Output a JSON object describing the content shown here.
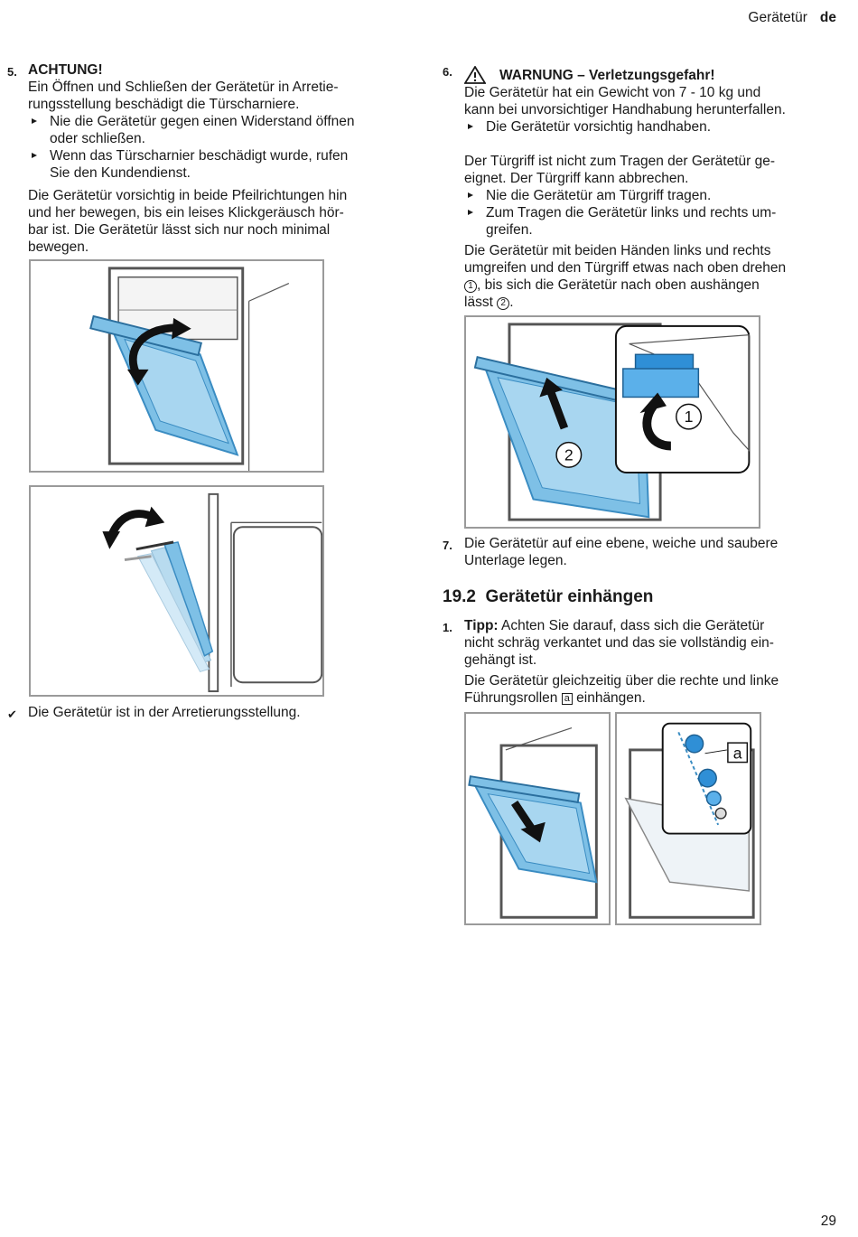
{
  "header": {
    "section": "Gerätetür",
    "lang": "de"
  },
  "left": {
    "step5": {
      "num": "5.",
      "title": "ACHTUNG!",
      "text1": "Ein Öffnen und Schließen der Gerätetür in Arretie-",
      "text2": "rungsstellung beschädigt die Türscharniere.",
      "b1a": "Nie die Gerätetür gegen einen Widerstand öffnen",
      "b1b": "oder schließen.",
      "b2a": "Wenn das Türscharnier beschädigt wurde, rufen",
      "b2b": "Sie den Kundendienst.",
      "p1": "Die Gerätetür vorsichtig in beide Pfeilrichtungen hin",
      "p2": "und her bewegen, bis ein leises Klickgeräusch hör-",
      "p3": "bar ist. Die Gerätetür lässt sich nur noch minimal",
      "p4": "bewegen."
    },
    "result": "Die Gerätetür ist in der Arretierungsstellung."
  },
  "right": {
    "step6": {
      "num": "6.",
      "warning": "WARNUNG – Verletzungsgefahr!",
      "w1": "Die Gerätetür hat ein Gewicht von 7 - 10 kg und",
      "w2": "kann bei unvorsichtiger Handhabung herunterfallen.",
      "wb": "Die Gerätetür vorsichtig handhaben.",
      "t1": "Der Türgriff ist nicht zum Tragen der Gerätetür ge-",
      "t2": "eignet. Der Türgriff kann abbrechen.",
      "tb1": "Nie die Gerätetür am Türgriff tragen.",
      "tb2a": "Zum Tragen die Gerätetür links und rechts um-",
      "tb2b": "greifen.",
      "p1": "Die Gerätetür mit beiden Händen links und rechts",
      "p2": "umgreifen und den Türgriff etwas nach oben drehen",
      "p3a": ", bis sich die Gerätetür nach oben aushängen",
      "p4a": "lässt ",
      "p4b": ".",
      "c1": "1",
      "c2": "2"
    },
    "step7": {
      "num": "7.",
      "l1": "Die Gerätetür auf eine ebene, weiche und saubere",
      "l2": "Unterlage legen."
    },
    "section": {
      "number": "19.2",
      "title": "Gerätetür einhängen"
    },
    "step1": {
      "num": "1.",
      "tip": "Tipp:",
      "l1": " Achten Sie darauf, dass sich die Gerätetür",
      "l2": "nicht schräg verkantet und das sie vollständig ein-",
      "l3": "gehängt ist.",
      "l4": "Die Gerätetür gleichzeitig über die rechte und linke",
      "l5a": "Führungsrollen ",
      "l5b": " einhängen.",
      "a": "a"
    }
  },
  "figures": {
    "callout1": "1",
    "callout2": "2",
    "calloutA": "a"
  },
  "colors": {
    "door_blue": "#7ec0e6",
    "door_blue_dark": "#3a8cc2",
    "text": "#1a1a1a",
    "frame": "#9a9a9a"
  },
  "page_number": "29"
}
